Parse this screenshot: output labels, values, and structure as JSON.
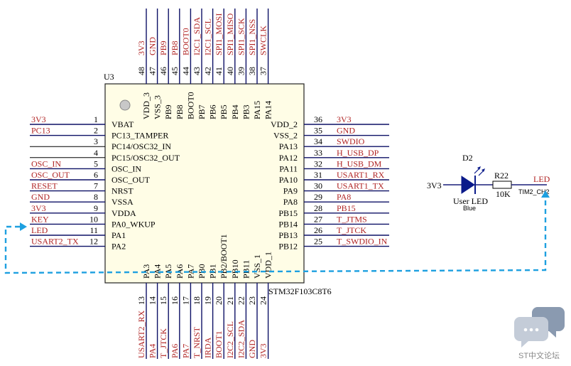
{
  "chip": {
    "refdes": "U3",
    "part_number": "STM32F103C8T6",
    "left": [
      {
        "num": "1",
        "name": "VBAT",
        "net": "3V3"
      },
      {
        "num": "2",
        "name": "PC13_TAMPER",
        "net": "PC13"
      },
      {
        "num": "3",
        "name": "PC14/OSC32_IN",
        "net": ""
      },
      {
        "num": "4",
        "name": "PC15/OSC32_OUT",
        "net": ""
      },
      {
        "num": "5",
        "name": "OSC_IN",
        "net": "OSC_IN"
      },
      {
        "num": "6",
        "name": "OSC_OUT",
        "net": "OSC_OUT"
      },
      {
        "num": "7",
        "name": "NRST",
        "net": "RESET"
      },
      {
        "num": "8",
        "name": "VSSA",
        "net": "GND"
      },
      {
        "num": "9",
        "name": "VDDA",
        "net": "3V3"
      },
      {
        "num": "10",
        "name": "PA0_WKUP",
        "net": "KEY"
      },
      {
        "num": "11",
        "name": "PA1",
        "net": "LED"
      },
      {
        "num": "12",
        "name": "PA2",
        "net": "USART2_TX"
      }
    ],
    "right": [
      {
        "num": "36",
        "name": "VDD_2",
        "net": "3V3"
      },
      {
        "num": "35",
        "name": "VSS_2",
        "net": "GND"
      },
      {
        "num": "34",
        "name": "PA13",
        "net": "SWDIO"
      },
      {
        "num": "33",
        "name": "PA12",
        "net": "H_USB_DP"
      },
      {
        "num": "32",
        "name": "PA11",
        "net": "H_USB_DM"
      },
      {
        "num": "31",
        "name": "PA10",
        "net": "USART1_RX"
      },
      {
        "num": "30",
        "name": "PA9",
        "net": "USART1_TX"
      },
      {
        "num": "29",
        "name": "PA8",
        "net": "PA8"
      },
      {
        "num": "28",
        "name": "PB15",
        "net": "PB15"
      },
      {
        "num": "27",
        "name": "PB14",
        "net": "T_JTMS"
      },
      {
        "num": "26",
        "name": "PB13",
        "net": "T_JTCK"
      },
      {
        "num": "25",
        "name": "PB12",
        "net": "T_SWDIO_IN"
      }
    ],
    "top": [
      {
        "num": "48",
        "name": "VDD_3",
        "net": "3V3"
      },
      {
        "num": "47",
        "name": "VSS_3",
        "net": "GND"
      },
      {
        "num": "46",
        "name": "PB9",
        "net": "PB9"
      },
      {
        "num": "45",
        "name": "PB8",
        "net": "PB8"
      },
      {
        "num": "44",
        "name": "BOOT0",
        "net": "BOOT0"
      },
      {
        "num": "43",
        "name": "PB7",
        "net": "I2C1_SDA"
      },
      {
        "num": "42",
        "name": "PB6",
        "net": "I2C1_SCL"
      },
      {
        "num": "41",
        "name": "PB5",
        "net": "SPI1_MOSI"
      },
      {
        "num": "40",
        "name": "PB4",
        "net": "SPI1_MISO"
      },
      {
        "num": "39",
        "name": "PB3",
        "net": "SPI1_SCK"
      },
      {
        "num": "38",
        "name": "PA15",
        "net": "SPI1_NSS"
      },
      {
        "num": "37",
        "name": "PA14",
        "net": "SWCLK"
      }
    ],
    "bottom": [
      {
        "num": "13",
        "name": "PA3",
        "net": "USART2_RX"
      },
      {
        "num": "14",
        "name": "PA4",
        "net": "PA4"
      },
      {
        "num": "15",
        "name": "PA5",
        "net": "T_JTCK"
      },
      {
        "num": "16",
        "name": "PA6",
        "net": "PA6"
      },
      {
        "num": "17",
        "name": "PA7",
        "net": "PA7"
      },
      {
        "num": "18",
        "name": "PB0",
        "net": "T_NRST"
      },
      {
        "num": "19",
        "name": "PB1",
        "net": "IRDA"
      },
      {
        "num": "20",
        "name": "PB2/BOOT1",
        "net": "BOOT1"
      },
      {
        "num": "21",
        "name": "PB10",
        "net": "I2C2_SCL"
      },
      {
        "num": "22",
        "name": "PB11",
        "net": "I2C2_SDA"
      },
      {
        "num": "23",
        "name": "VSS_1",
        "net": "GND"
      },
      {
        "num": "24",
        "name": "VDD_1",
        "net": "3V3"
      }
    ]
  },
  "led_circuit": {
    "led_refdes": "D2",
    "supply": "3V3",
    "resistor_refdes": "R22",
    "resistor_value": "10K",
    "led_label": "User LED",
    "led_color": "Blue",
    "net_label": "LED",
    "timer_label": "TIM2_CH2"
  },
  "watermark": "ST中文论坛",
  "colors": {
    "wire": "#1a1f7a",
    "net_text": "#b02424",
    "dash": "#1ea0e0"
  },
  "icons": {
    "watermark": "chat-bubbles-icon",
    "pin1": "pin1-dot-icon",
    "led": "led-diode-icon",
    "resistor": "resistor-icon"
  }
}
